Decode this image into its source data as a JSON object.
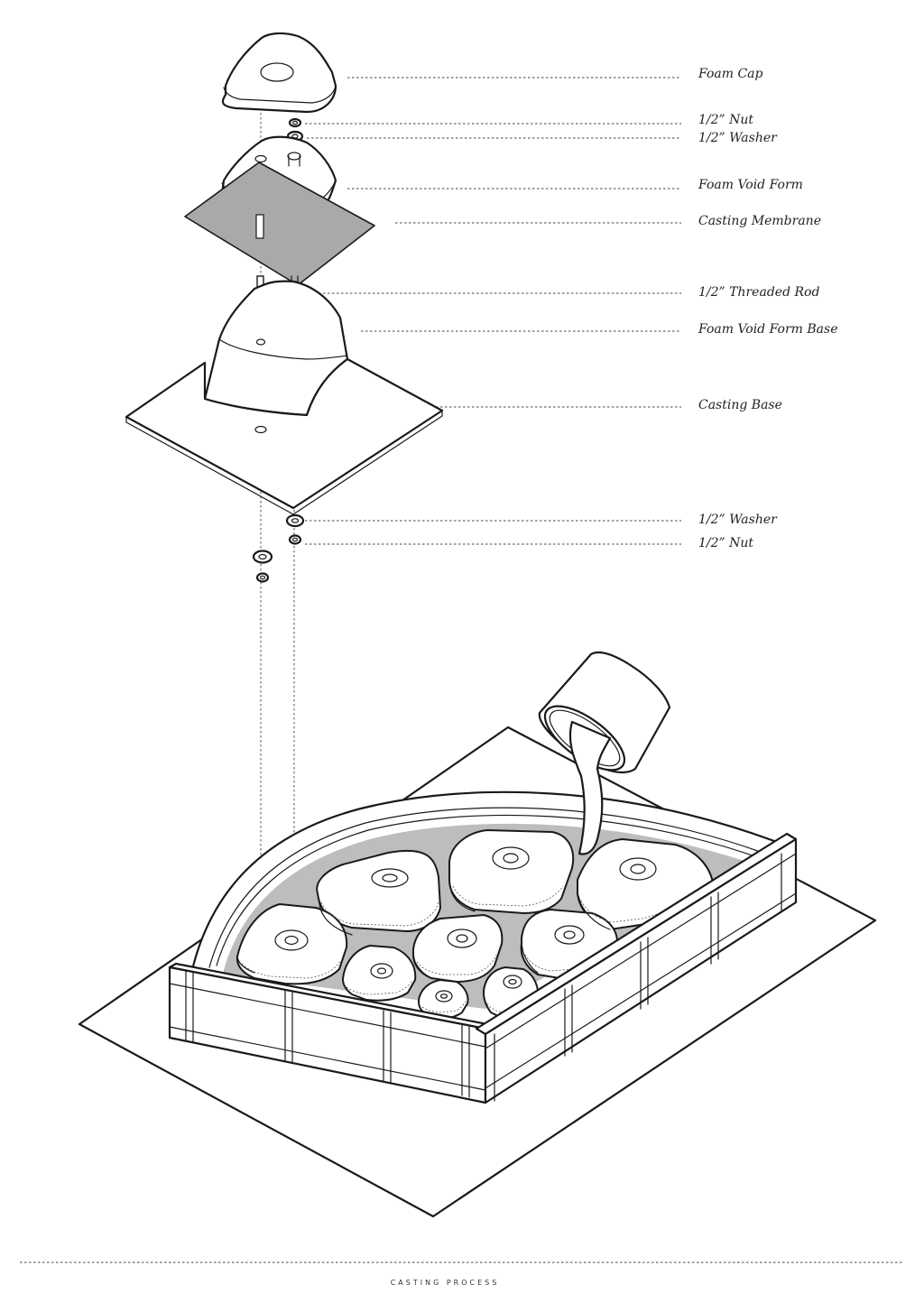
{
  "labels": [
    "Foam Cap",
    "1/2”  Nut",
    "1/2”  Washer",
    "Foam Void Form",
    "Casting Membrane",
    "1/2”  Threaded Rod",
    "Foam Void Form Base",
    "Casting Base",
    "1/2”  Washer",
    "1/2”  Nut"
  ],
  "footer": "CASTING PROCESS",
  "colors": {
    "line": "#1a1a1a",
    "membrane": "#a9a9a9",
    "cavity": "#bdbdbd",
    "background": "#ffffff"
  }
}
